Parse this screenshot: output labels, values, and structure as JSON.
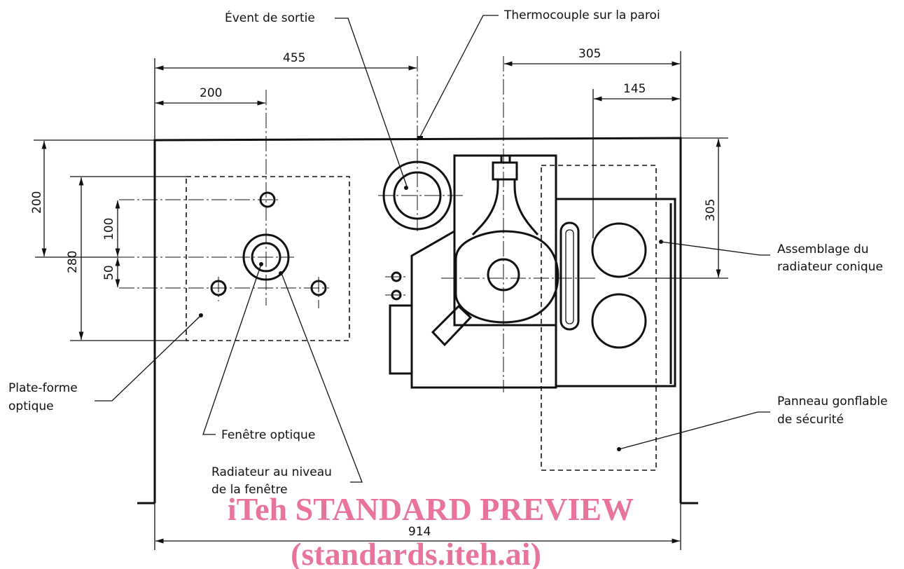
{
  "labels": {
    "exit_vent": "Évent de sortie",
    "wall_thermocouple": "Thermocouple sur la paroi",
    "cone_assembly_1": "Assemblage du",
    "cone_assembly_2": "radiateur conique",
    "optical_platform_1": "Plate-forme",
    "optical_platform_2": "optique",
    "optical_window": "Fenêtre optique",
    "window_heater_1": "Radiateur au niveau",
    "window_heater_2": "de la fenêtre",
    "relief_panel_1": "Panneau gonflable",
    "relief_panel_2": "de sécurité"
  },
  "dimensions": {
    "d455": "455",
    "d200_top": "200",
    "d305_top": "305",
    "d145": "145",
    "d200_left": "200",
    "d280": "280",
    "d100": "100",
    "d50": "50",
    "d305_right": "305",
    "d914": "914"
  },
  "watermark": {
    "line1": "iTeh STANDARD PREVIEW",
    "line2": "(standards.iteh.ai)"
  },
  "colors": {
    "line": "#111111",
    "watermark": "#e8739b"
  }
}
